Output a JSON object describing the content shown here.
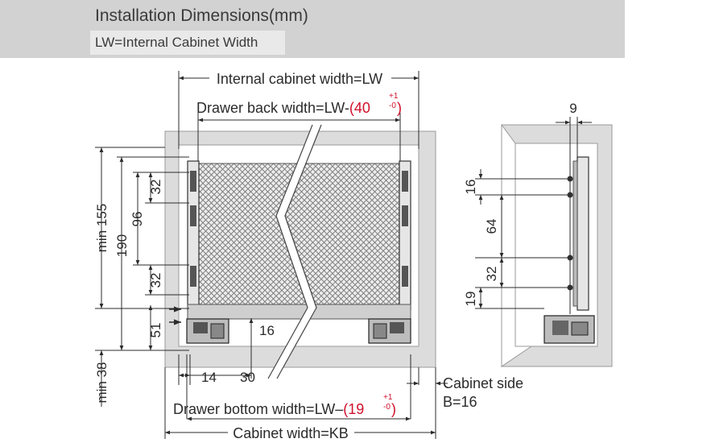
{
  "header": {
    "title": "Installation Dimensions(mm)",
    "subtitle": "LW=Internal Cabinet Width"
  },
  "front_view": {
    "internal_width": "Internal cabinet width=LW",
    "back_width_prefix": "Drawer back width=LW-",
    "back_width_value": "(40",
    "back_width_sup": "+1",
    "back_width_sub": "-0",
    "back_width_close": ")",
    "bottom_width_prefix": "Drawer bottom width=LW–",
    "bottom_width_value": "(19",
    "bottom_width_sup": "+1",
    "bottom_width_sub": "-0",
    "bottom_width_close": ")",
    "cabinet_width": "Cabinet width=KB",
    "dim_min155": "min 155",
    "dim_190": "190",
    "dim_96": "96",
    "dim_32_top": "32",
    "dim_32_bottom": "32",
    "dim_51": "51",
    "dim_min38": "min 38",
    "dim_16": "16",
    "dim_14": "14",
    "dim_30": "30"
  },
  "side_view": {
    "dim_9": "9",
    "dim_16": "16",
    "dim_64": "64",
    "dim_32": "32",
    "dim_19": "19",
    "cabinet_side_label": "Cabinet side",
    "cabinet_side_value": "B=16"
  },
  "colors": {
    "header_bg": "#d2d2d2",
    "subtitle_bg": "#e9e9e9",
    "cabinet_gray": "#dcdcdc",
    "accent_red": "#d0102b",
    "line": "#2b2b2b"
  }
}
